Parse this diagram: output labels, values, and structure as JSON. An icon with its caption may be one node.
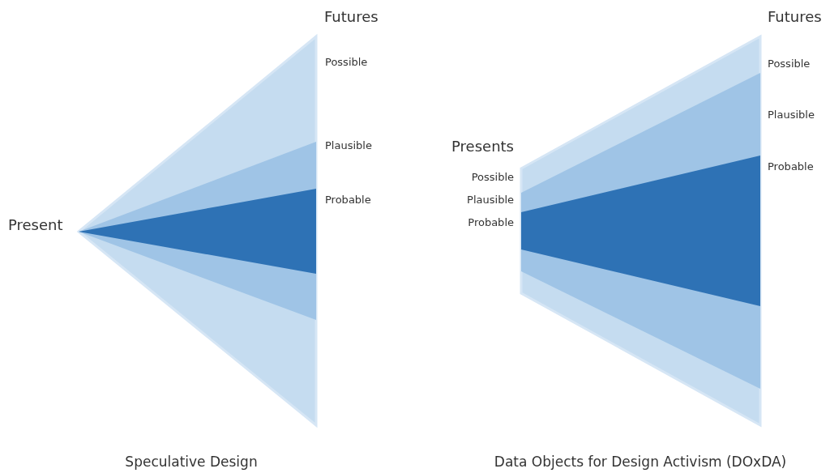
{
  "diagram": {
    "labels": [
      "Futures",
      "Possible",
      "Plausible",
      "Probable",
      "Present",
      "Speculative Design",
      "Futures",
      "Possible",
      "Plausible",
      "Probable",
      "Presents",
      "Possible",
      "Plausible",
      "Probable",
      "Data Objects for Design Activism (DOxDA)"
    ]
  }
}
